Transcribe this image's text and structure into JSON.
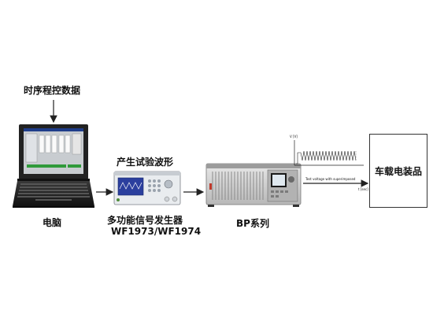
{
  "labels": {
    "timing_data": "时序程控数据",
    "computer": "电脑",
    "generate_waveform": "产生试验波形",
    "generator_name": "多功能信号发生器",
    "generator_model": "WF1973/WF1974",
    "bp_series": "BP系列",
    "vehicle_equipment": "车载电装品",
    "waveform_caption": "Test voltage with superimposed",
    "waveform_y_axis": "V [V]",
    "waveform_x_axis": "t [sec]"
  },
  "colors": {
    "arrow": "#222222",
    "screen_bg": "#1a1a1a",
    "app_window": "#c8ccd0",
    "green_bar": "#2f9a3a",
    "generator_screen": "#2b3f9e",
    "amplifier_body": "#d6d6d6"
  }
}
